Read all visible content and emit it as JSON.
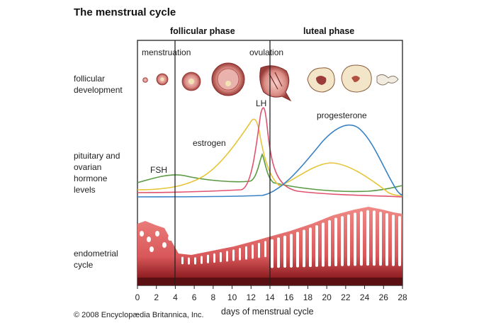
{
  "title": "The menstrual cycle",
  "phases": {
    "follicular": "follicular phase",
    "luteal": "luteal phase"
  },
  "row_labels": {
    "follicular_development": [
      "follicular",
      "development"
    ],
    "hormone_levels": [
      "pituitary and",
      "ovarian",
      "hormone",
      "levels"
    ],
    "endometrial_cycle": [
      "endometrial",
      "cycle"
    ]
  },
  "annotations": {
    "menstruation": "menstruation",
    "ovulation": "ovulation",
    "lh": "LH",
    "estrogen": "estrogen",
    "progesterone": "progesterone",
    "fsh": "FSH"
  },
  "x_axis": {
    "title": "days of menstrual cycle",
    "ticks": [
      "0",
      "2",
      "4",
      "6",
      "8",
      "10",
      "12",
      "14",
      "16",
      "18",
      "20",
      "22",
      "24",
      "26",
      "28"
    ]
  },
  "colors": {
    "estrogen": "#e7c53a",
    "lh": "#e0526e",
    "fsh": "#5b9a45",
    "progesterone": "#3a82c6",
    "endometrium": "#e26b6b",
    "endometrium_dark": "#5a0f12",
    "follicle": "#d98a82"
  },
  "copyright": "© 2008 Encyclopædia Britannica, Inc."
}
